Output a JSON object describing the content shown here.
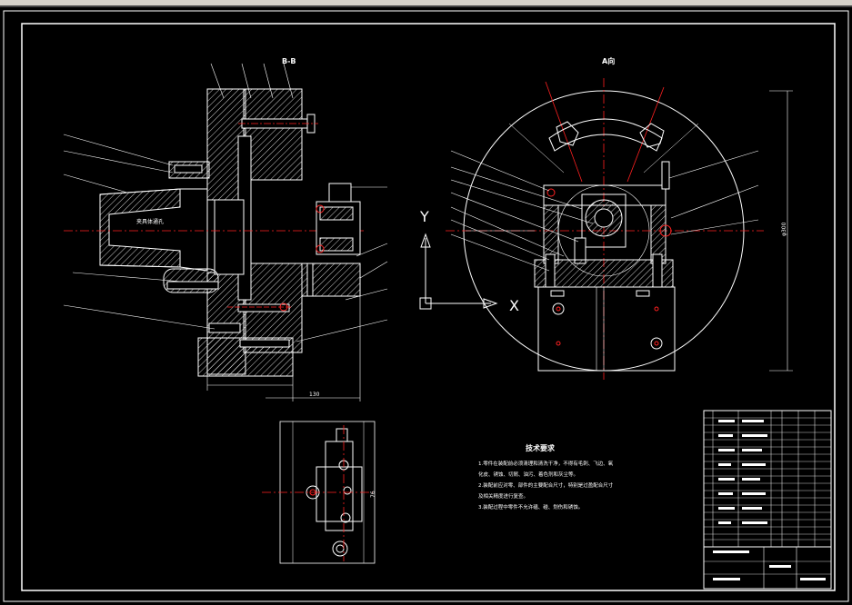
{
  "window": {
    "strip_color": "#d4d0c8",
    "background": "#000000"
  },
  "drawing": {
    "colors": {
      "outline": "#ffffff",
      "centerline": "#ff2020",
      "hatch": "#ffffff",
      "hidden": "#ffff00"
    },
    "section_label": "B-B",
    "view_label": "A向",
    "axis_y": "Y",
    "axis_x": "X",
    "dimension_bottom": "130",
    "dimension_right": "φ300",
    "dimension_small": "76",
    "tech_title": "技术要求",
    "tech_notes": [
      "1.零件在装配前必须清理和清洗干净，不得有毛刺、飞边、氧",
      "化皮、锈蚀、切屑、油污、着色剂和灰尘等。",
      "2.装配前应对零、部件的主要配合尺寸，特别是过盈配合尺寸",
      "及相关精度进行复查。",
      "3.装配过程中零件不允许磕、碰、划伤和锈蚀。"
    ],
    "bore_label": "夹具体通孔"
  }
}
